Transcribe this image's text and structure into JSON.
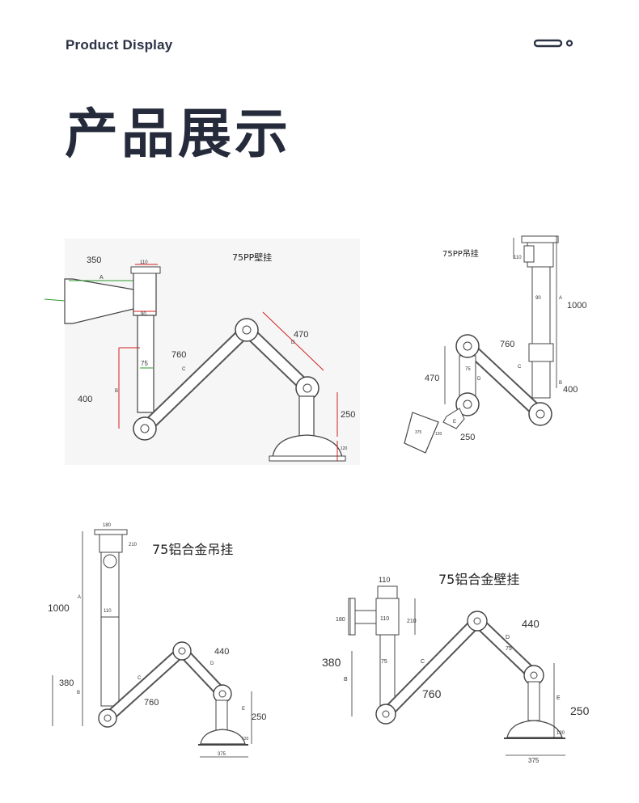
{
  "header": {
    "subtitle": "Product Display",
    "title": "产品展示"
  },
  "icons": {
    "menu": "menu-pill-icon"
  },
  "diagrams": [
    {
      "caption": "75PP壁挂",
      "dims": {
        "d350": "350",
        "d110": "110",
        "dA": "A",
        "d90": "90",
        "d75": "75",
        "d760": "760",
        "d470": "470",
        "d400": "400",
        "d250": "250",
        "dB": "B",
        "dC": "C",
        "dD": "D",
        "d120": "120"
      }
    },
    {
      "caption": "75PP吊挂",
      "dims": {
        "d110": "110",
        "d90": "90",
        "dA": "A",
        "d1000": "1000",
        "d760": "760",
        "d470": "470",
        "d400": "400",
        "d250": "250",
        "d75": "75",
        "dB": "B",
        "dC": "C",
        "dD": "D",
        "dE": "E",
        "d375": "375",
        "d120": "120"
      }
    },
    {
      "caption": "75铝合金吊挂",
      "dims": {
        "d180": "180",
        "d210": "210",
        "dA": "A",
        "d1000": "1000",
        "d110": "110",
        "d380": "380",
        "dB": "B",
        "d440": "440",
        "dC": "C",
        "dD": "D",
        "d760": "760",
        "d250": "250",
        "dE": "E",
        "d120": "120",
        "d375": "375"
      }
    },
    {
      "caption": "75铝合金壁挂",
      "dims": {
        "d110": "110",
        "d180": "180",
        "d210": "210",
        "d440": "440",
        "d380": "380",
        "d75": "75",
        "dB": "B",
        "dC": "C",
        "dD": "D",
        "d760": "760",
        "dE": "E",
        "d250": "250",
        "d120": "120",
        "d375": "375"
      }
    }
  ]
}
